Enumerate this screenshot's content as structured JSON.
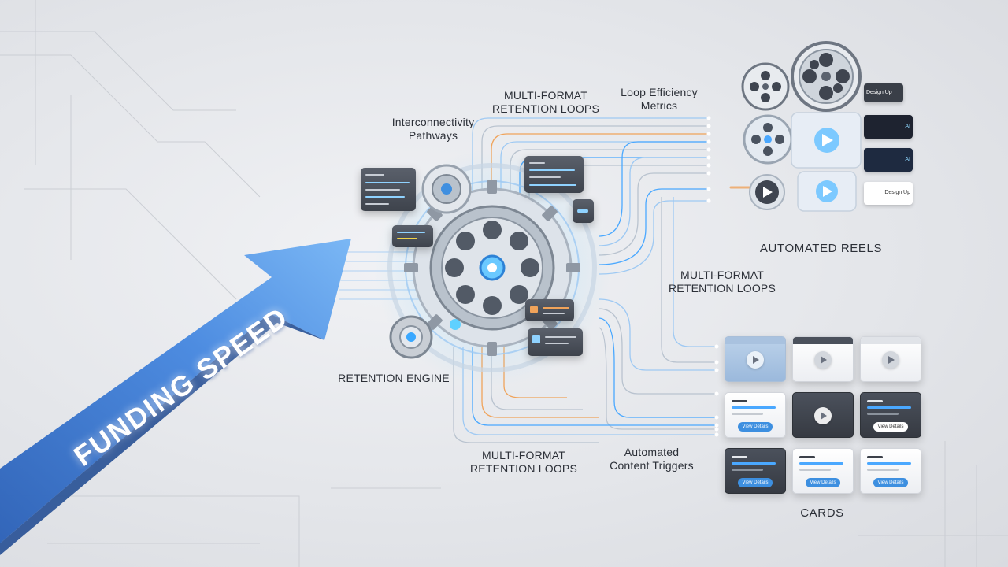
{
  "title_arrow": "FUNDING SPEED",
  "labels": {
    "multi_format_top": [
      "MULTI-FORMAT",
      "RETENTION LOOPS"
    ],
    "loop_efficiency": [
      "Loop Efficiency",
      "Metrics"
    ],
    "interconnectivity": [
      "Interconnectivity",
      "Pathways"
    ],
    "multi_format_mid": [
      "MULTI-FORMAT",
      "RETENTION LOOPS"
    ],
    "retention_engine": "RETENTION ENGINE",
    "multi_format_bottom": [
      "MULTI-FORMAT",
      "RETENTION LOOPS"
    ],
    "automated_triggers": [
      "Automated",
      "Content Triggers"
    ],
    "automated_reels": "AUTOMATED REELS",
    "cards": "CARDS"
  },
  "reel_tags": [
    "Design Up",
    "AI",
    "AI",
    "Design Up"
  ],
  "card_buttons": [
    "View Details",
    "View Details",
    "View Details",
    "View Details",
    "View Details"
  ],
  "colors": {
    "arrow_blue": "#3f7fd6",
    "line_blue": "#4aa8ff",
    "line_orange": "#f0a35a",
    "panel_dark": "#3e434c",
    "accent_cyan": "#5fd0ff"
  },
  "icons": [
    "film-reel-icon",
    "gear-icon",
    "play-icon",
    "arrow-icon"
  ]
}
